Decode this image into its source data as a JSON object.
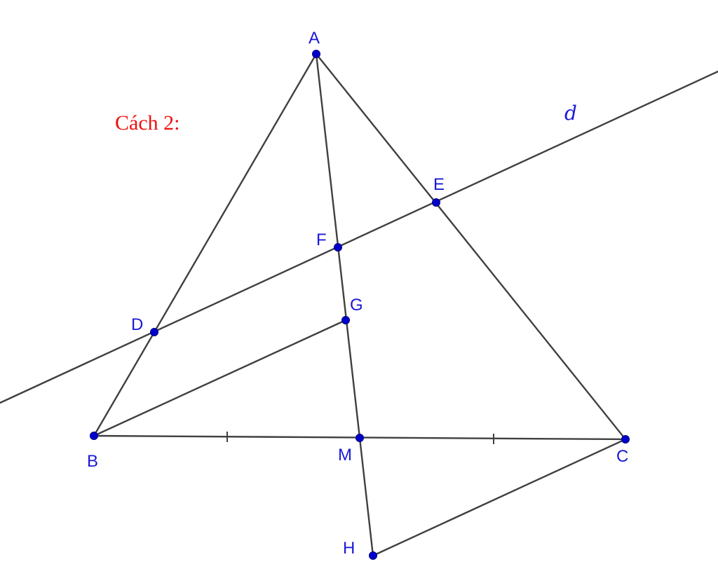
{
  "caption": "Cách 2:",
  "line_label": "d",
  "points": {
    "A": "A",
    "B": "B",
    "C": "C",
    "D": "D",
    "E": "E",
    "F": "F",
    "G": "G",
    "M": "M",
    "H": "H"
  },
  "colors": {
    "points": "#0000cc",
    "labels": "#1a1ad6",
    "lines": "#404040",
    "caption": "#ee1111"
  }
}
